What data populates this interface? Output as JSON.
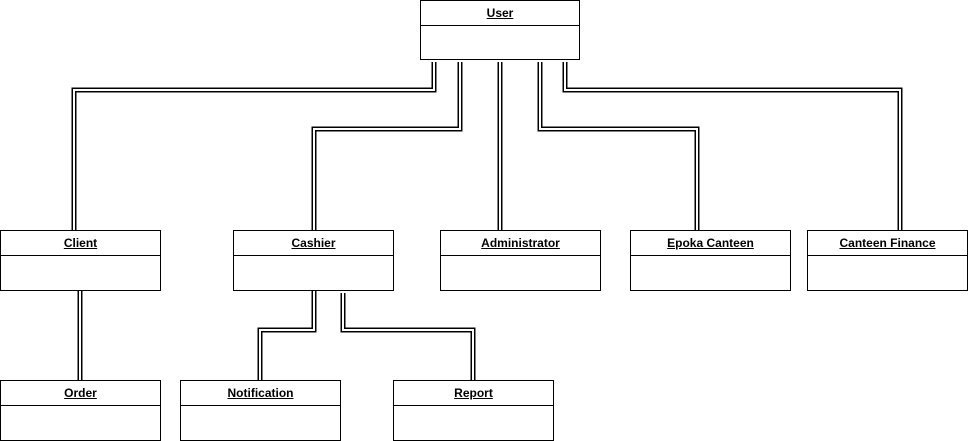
{
  "classes": {
    "user": "User",
    "client": "Client",
    "cashier": "Cashier",
    "administrator": "Administrator",
    "epoka_canteen": "Epoka Canteen",
    "canteen_finance": "Canteen Finance",
    "order": "Order",
    "notification": "Notification",
    "report": "Report"
  },
  "relationships": [
    {
      "from": "User",
      "to": "Client"
    },
    {
      "from": "User",
      "to": "Cashier"
    },
    {
      "from": "User",
      "to": "Administrator"
    },
    {
      "from": "User",
      "to": "Epoka Canteen"
    },
    {
      "from": "User",
      "to": "Canteen Finance"
    },
    {
      "from": "Client",
      "to": "Order"
    },
    {
      "from": "Cashier",
      "to": "Notification"
    },
    {
      "from": "Cashier",
      "to": "Report"
    }
  ],
  "colors": {
    "line": "#000000",
    "background": "#ffffff",
    "box_border": "#000000"
  }
}
